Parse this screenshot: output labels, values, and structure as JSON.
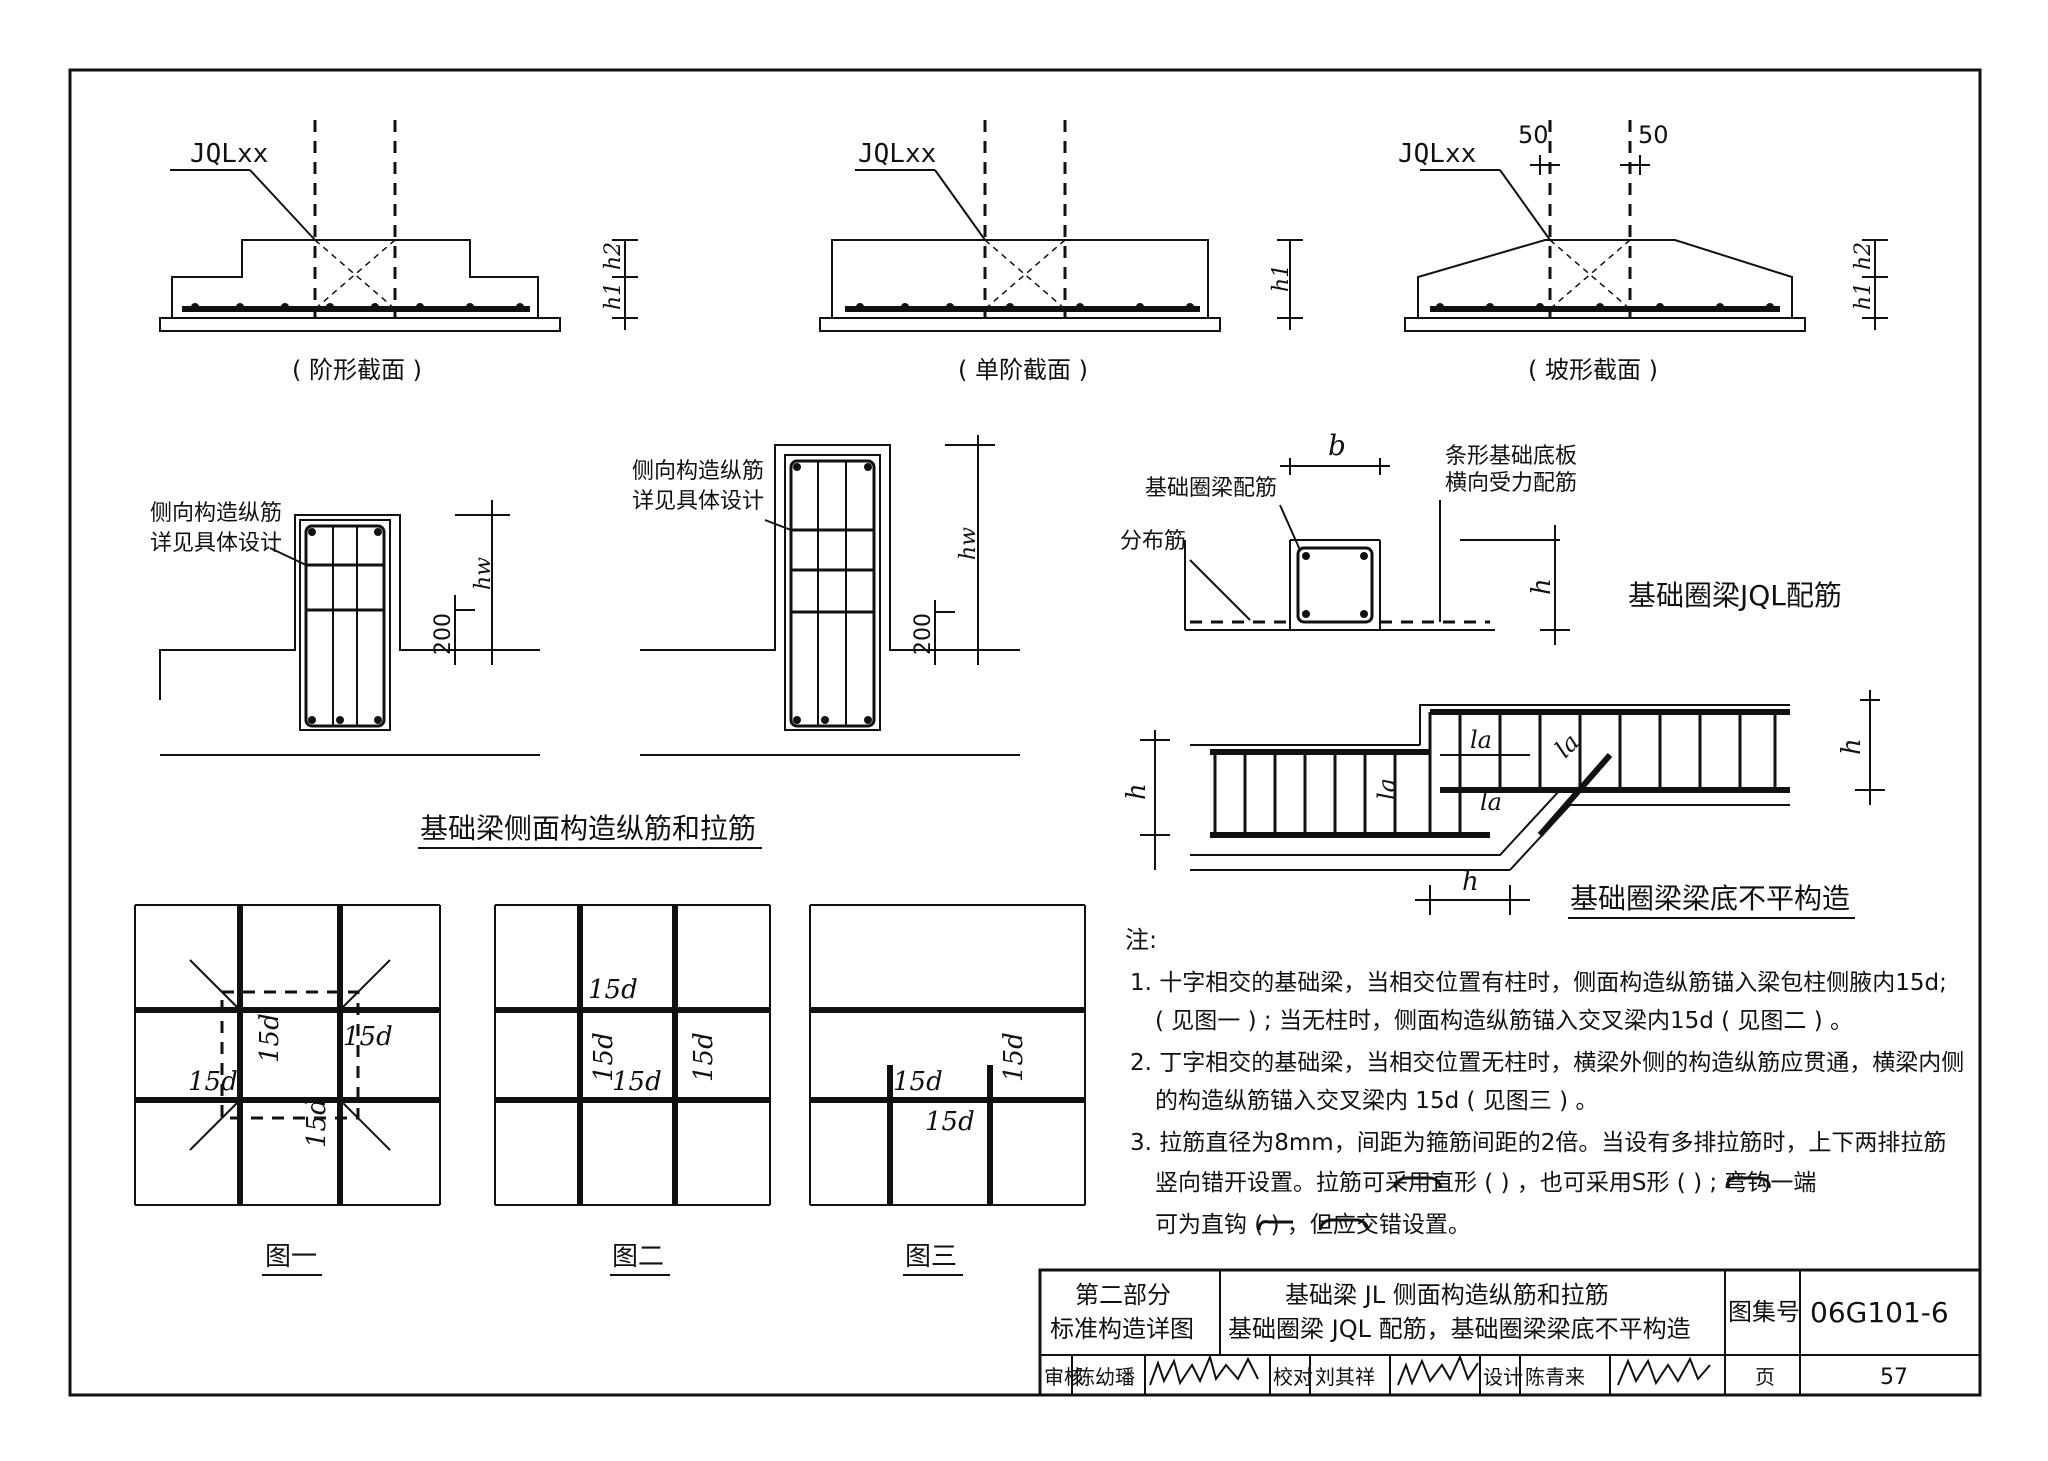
{
  "top_sections": {
    "callout": "JQLxx",
    "stepped_caption": "( 阶形截面 )",
    "single_step_caption": "( 单阶截面 )",
    "sloped_caption": "( 坡形截面 )",
    "h1": "h1",
    "h2": "h2",
    "dim_50_left": "50",
    "dim_50_right": "50"
  },
  "side_bars": {
    "note_left_line1": "侧向构造纵筋",
    "note_left_line2": "详见具体设计",
    "note_right_line1": "侧向构造纵筋",
    "note_right_line2": "详见具体设计",
    "hw": "hw",
    "dim_200": "200",
    "title": "基础梁侧面构造纵筋和拉筋"
  },
  "ring_beam": {
    "b": "b",
    "h": "h",
    "label_ring_rebar": "基础圈梁配筋",
    "label_distribution": "分布筋",
    "label_strip_line1": "条形基础底板",
    "label_strip_line2": "横向受力配筋",
    "title": "基础圈梁JQL配筋"
  },
  "uneven": {
    "la": "la",
    "h": "h",
    "title": "基础圈梁梁底不平构造"
  },
  "figures": {
    "dim_15d": "15d",
    "fig1": "图一",
    "fig2": "图二",
    "fig3": "图三"
  },
  "notes": {
    "heading": "注:",
    "line1": "1. 十字相交的基础梁，当相交位置有柱时，侧面构造纵筋锚入梁包柱侧腋内15d;",
    "line2": "( 见图一 ) ; 当无柱时，侧面构造纵筋锚入交叉梁内15d ( 见图二 ) 。",
    "line3": "2. 丁字相交的基础梁，当相交位置无柱时，横梁外侧的构造纵筋应贯通，横梁内侧",
    "line4": "的构造纵筋锚入交叉梁内 15d ( 见图三 ) 。",
    "line5": "3. 拉筋直径为8mm，间距为箍筋间距的2倍。当设有多排拉筋时，上下两排拉筋",
    "line6": "竖向错开设置。拉筋可采用直形 (     ) ，也可采用S形 (     ) ; 弯钩一端",
    "line7": "可为直钩 (             ) ，但应交错设置。"
  },
  "title_block": {
    "part_line1": "第二部分",
    "part_line2": "标准构造详图",
    "title_line1": "基础梁 JL 侧面构造纵筋和拉筋",
    "title_line2": "基础圈梁 JQL 配筋，基础圈梁梁底不平构造",
    "atlas_label": "图集号",
    "atlas_no": "06G101-6",
    "review_label": "审核",
    "reviewer": "陈幼璠",
    "check_label": "校对",
    "checker": "刘其祥",
    "design_label": "设计",
    "designer": "陈青来",
    "page_label": "页",
    "page_no": "57"
  }
}
